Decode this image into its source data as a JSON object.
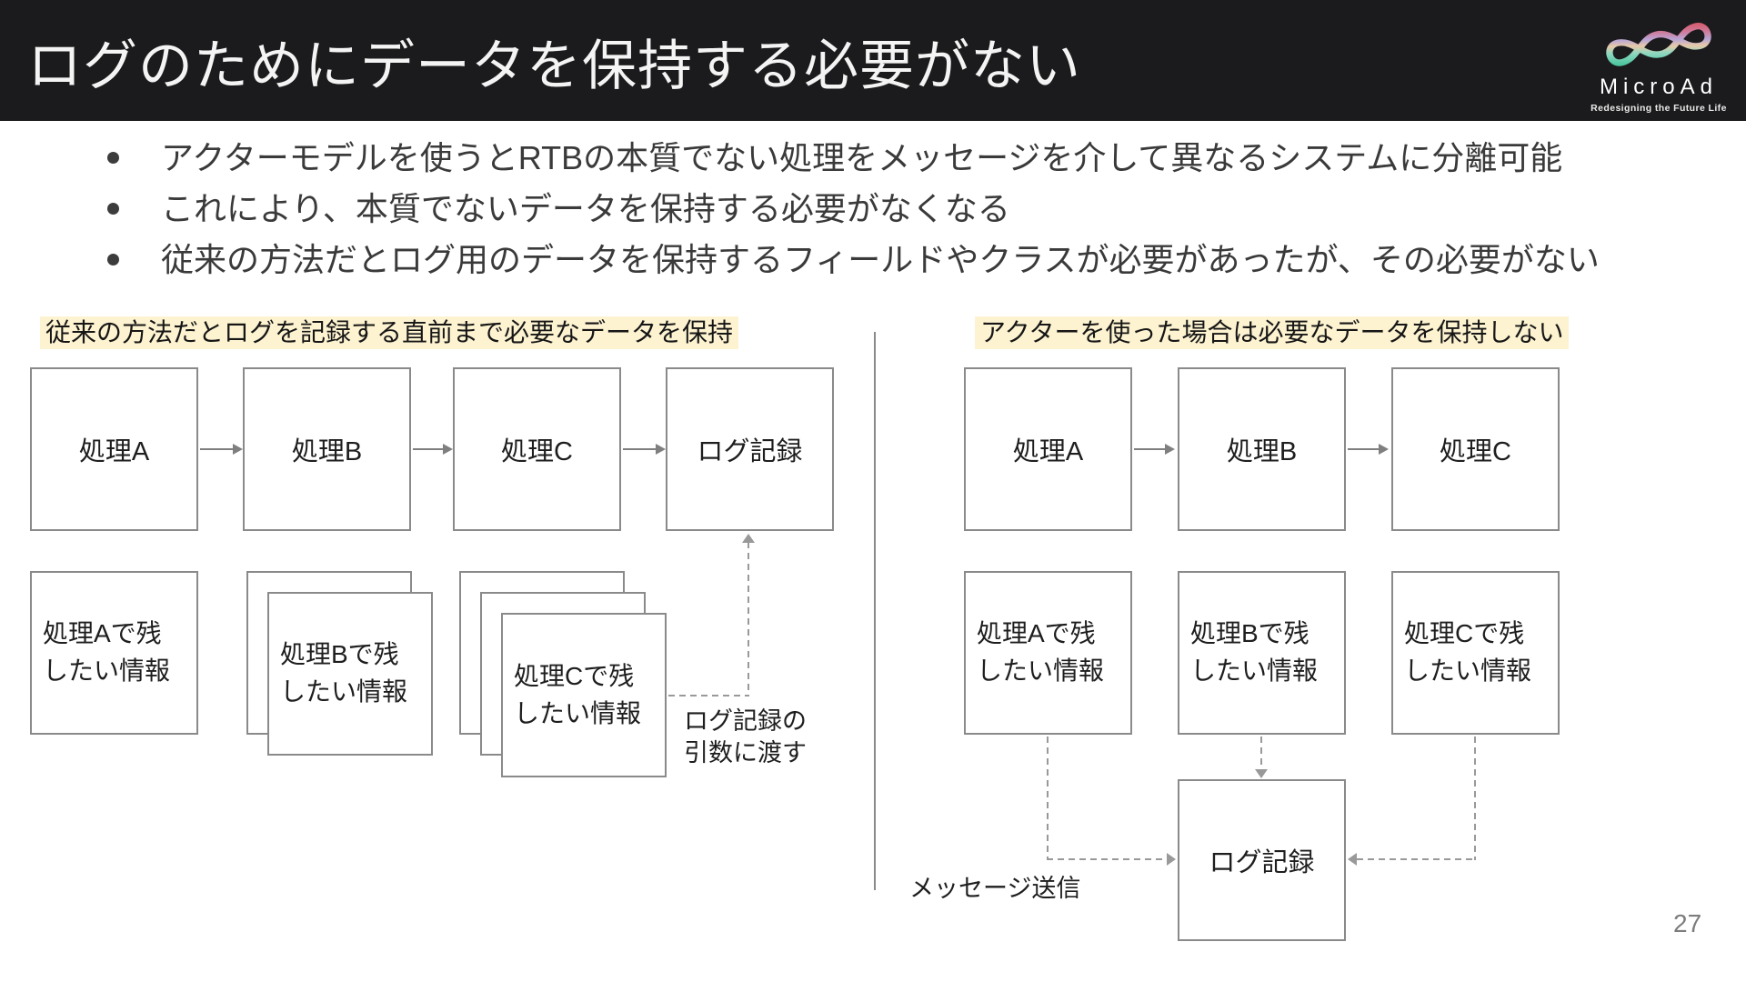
{
  "header": {
    "title": "ログのためにデータを保持する必要がない",
    "logo": {
      "name": "MicroAd",
      "tagline": "Redesigning the Future Life"
    }
  },
  "bullets": [
    "アクターモデルを使うとRTBの本質でない処理をメッセージを介して異なるシステムに分離可能",
    "これにより、本質でないデータを保持する必要がなくなる",
    "従来の方法だとログ用のデータを保持するフィールドやクラスが必要があったが、その必要がない"
  ],
  "left_diagram": {
    "heading": "従来の方法だとログを記録する直前まで必要なデータを保持",
    "flow": [
      "処理A",
      "処理B",
      "処理C",
      "ログ記録"
    ],
    "info_a": "処理Aで残したい情報",
    "info_b": "処理Bで残したい情報",
    "info_c": "処理Cで残したい情報",
    "annotation": "ログ記録の引数に渡す"
  },
  "right_diagram": {
    "heading": "アクターを使った場合は必要なデータを保持しない",
    "flow": [
      "処理A",
      "処理B",
      "処理C"
    ],
    "info_a": "処理Aで残したい情報",
    "info_b": "処理Bで残したい情報",
    "info_c": "処理Cで残したい情報",
    "log_box": "ログ記録",
    "annotation": "メッセージ送信"
  },
  "footer": {
    "page_number": "27"
  },
  "colors": {
    "header_bg": "#1b1b1d",
    "title_text": "#f4f4f4",
    "heading_highlight": "#fdf3d1",
    "box_border": "#8a8a8a",
    "solid_arrow": "#7f7f7f",
    "dashed_line": "#999999",
    "body_text": "#3a3a3a",
    "logo_teal": "#4ec6a0",
    "logo_lavender": "#b9a6d6",
    "logo_pink": "#d45f72"
  }
}
